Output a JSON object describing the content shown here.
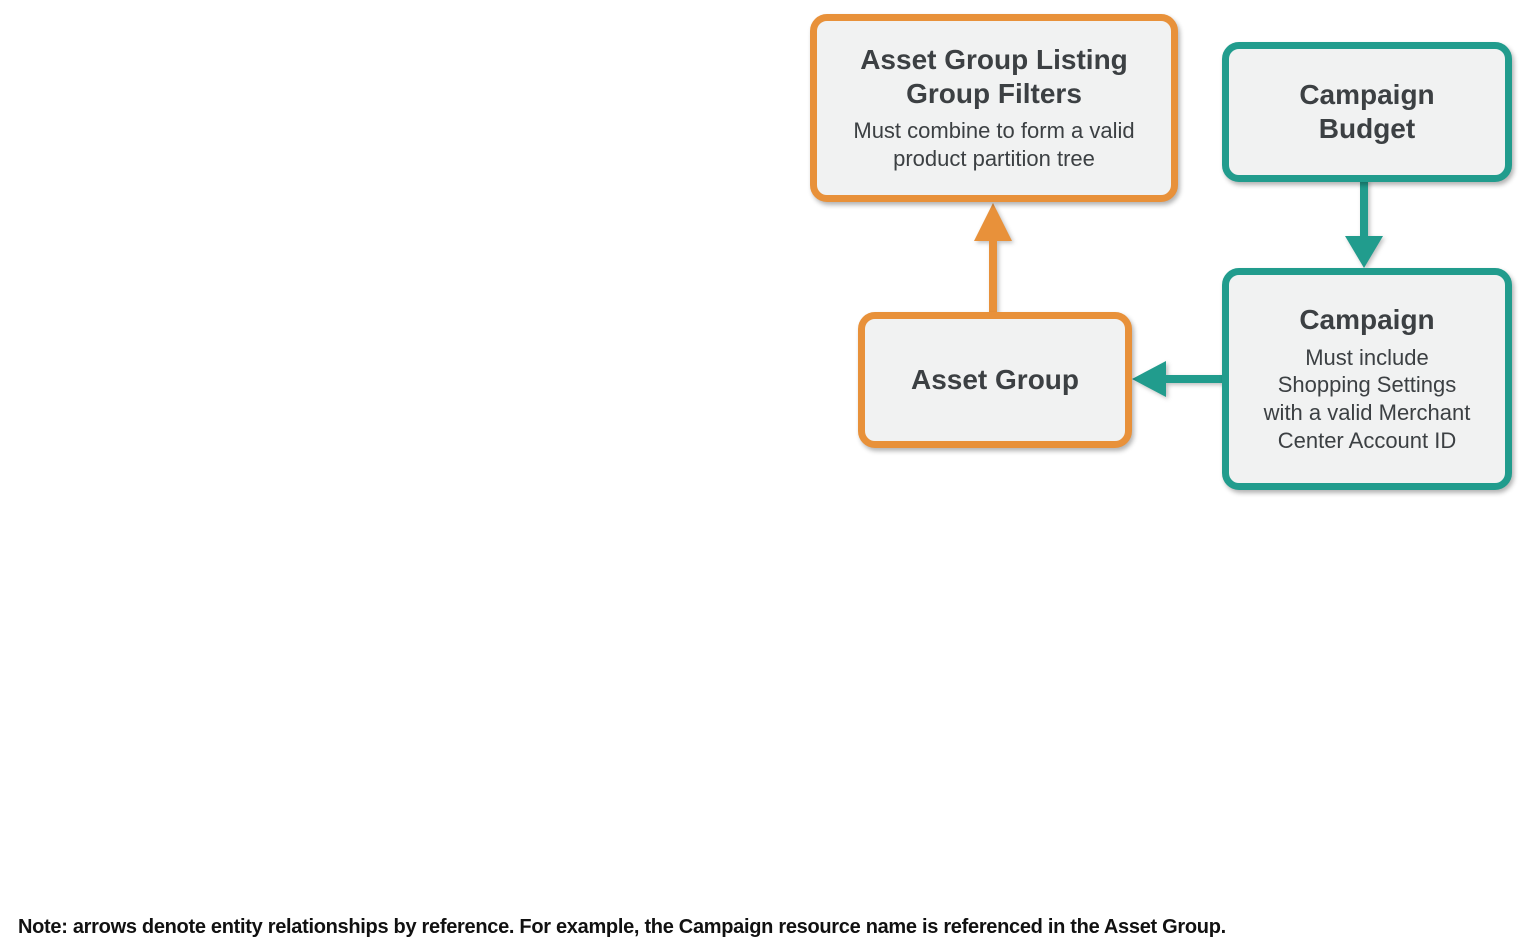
{
  "colors": {
    "orange": "#E8913A",
    "teal": "#219C8D",
    "box_fill": "#F1F2F2",
    "text": "#3C4043",
    "note_text": "#111111",
    "canvas_bg": "#FFFFFF"
  },
  "nodes": {
    "listing_group_filters": {
      "title": "Asset Group Listing\nGroup Filters",
      "subtitle": "Must combine to form a valid\nproduct partition tree"
    },
    "campaign_budget": {
      "title": "Campaign\nBudget"
    },
    "asset_group": {
      "title": "Asset Group"
    },
    "campaign": {
      "title": "Campaign",
      "subtitle": "Must include\nShopping Settings\nwith a valid Merchant\nCenter Account ID"
    }
  },
  "arrows": [
    {
      "from": "asset_group",
      "to": "listing_group_filters",
      "color": "orange"
    },
    {
      "from": "campaign_budget",
      "to": "campaign",
      "color": "teal"
    },
    {
      "from": "campaign",
      "to": "asset_group",
      "color": "teal"
    }
  ],
  "note": "Note: arrows denote entity relationships by reference. For example, the Campaign resource name is referenced in the Asset Group."
}
